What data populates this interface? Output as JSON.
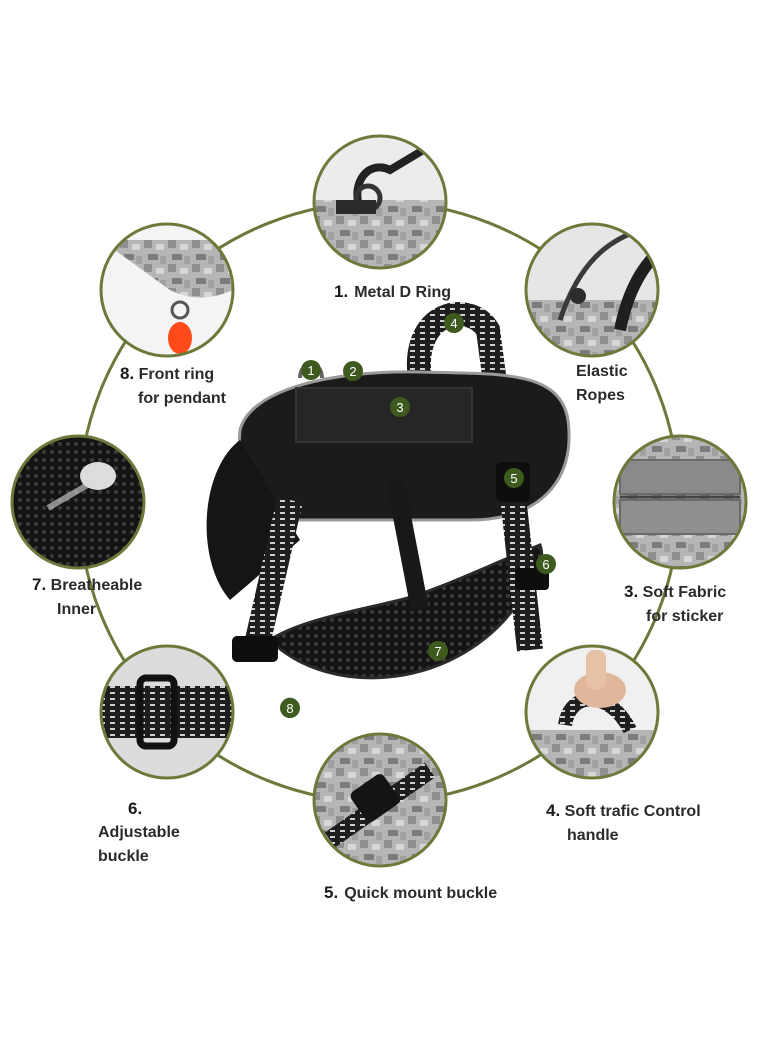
{
  "colors": {
    "ring": "#6b7a3a",
    "badge": "#3f5a1e",
    "harness": "#1a1a1a",
    "reflective": "#bfbfbf",
    "thumb_bg": "#d9d9d9"
  },
  "callouts": [
    {
      "id": "c1",
      "number": "1.",
      "lines": [
        "Metal D Ring"
      ]
    },
    {
      "id": "c2",
      "number": "",
      "lines": [
        "Elastic",
        "Ropes"
      ]
    },
    {
      "id": "c3",
      "number": "3.",
      "lines": [
        "Soft Fabric",
        "for sticker"
      ]
    },
    {
      "id": "c4",
      "number": "4.",
      "lines": [
        "Soft trafic Control",
        "handle"
      ]
    },
    {
      "id": "c5",
      "number": "5.",
      "lines": [
        "Quick mount buckle"
      ]
    },
    {
      "id": "c6",
      "number": "6.",
      "lines": [
        "Adjustable",
        "buckle"
      ]
    },
    {
      "id": "c7",
      "number": "7.",
      "lines": [
        "Breatheable",
        "Inner"
      ]
    },
    {
      "id": "c8",
      "number": "8.",
      "lines": [
        "Front ring",
        "for pendant"
      ]
    }
  ],
  "badges": [
    "1",
    "2",
    "3",
    "4",
    "5",
    "6",
    "7",
    "8"
  ],
  "thumbnails": [
    {
      "name": "metal-d-ring-thumbnail",
      "icon": "d-ring-clip-icon"
    },
    {
      "name": "elastic-ropes-thumbnail",
      "icon": "elastic-cord-icon"
    },
    {
      "name": "soft-fabric-thumbnail",
      "icon": "velcro-fabric-icon"
    },
    {
      "name": "handle-thumbnail",
      "icon": "hand-grip-icon"
    },
    {
      "name": "quick-buckle-thumbnail",
      "icon": "buckle-icon"
    },
    {
      "name": "adjustable-buckle-thumbnail",
      "icon": "slider-buckle-icon"
    },
    {
      "name": "breathable-inner-thumbnail",
      "icon": "mesh-icon"
    },
    {
      "name": "front-ring-thumbnail",
      "icon": "pendant-icon"
    }
  ]
}
